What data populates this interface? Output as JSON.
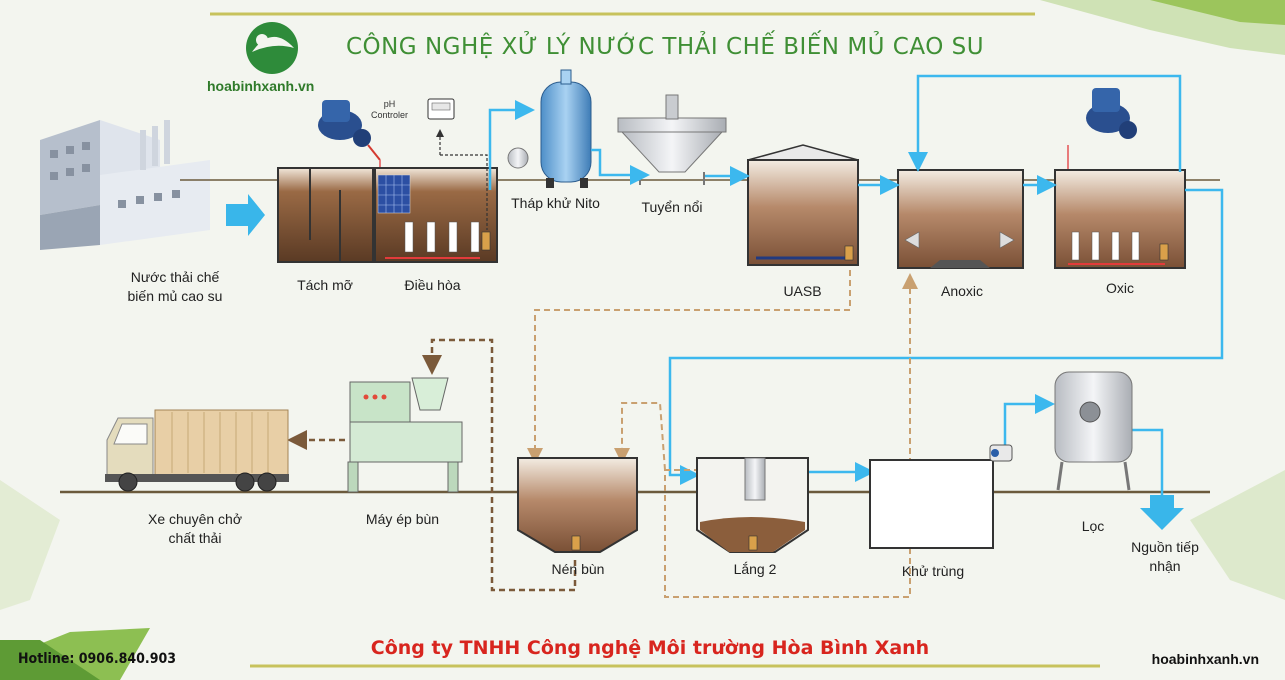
{
  "title": "CÔNG NGHỆ XỬ LÝ NƯỚC THẢI CHẾ BIẾN MỦ CAO SU",
  "brand": "hoabinhxanh.vn",
  "company": "Công ty TNHH Công nghệ Môi trường Hòa Bình Xanh",
  "hotline": "Hotline: 0906.840.903",
  "website": "hoabinhxanh.vn",
  "ph_controller": {
    "line1": "pH",
    "line2": "Controler"
  },
  "stages": {
    "source_line1": "Nước thải chế",
    "source_line2": "biến mủ cao su",
    "grease_trap": "Tách mỡ",
    "equalization": "Điều hòa",
    "stripping_tower": "Tháp khử Nito",
    "flotation": "Tuyển nổi",
    "uasb": "UASB",
    "anoxic": "Anoxic",
    "oxic": "Oxic",
    "sludge_thickener": "Nén bùn",
    "settling2": "Lắng 2",
    "disinfection": "Khử trùng",
    "filter": "Lọc",
    "receiver_line1": "Nguồn tiếp",
    "receiver_line2": "nhận",
    "press_machine": "Máy ép bùn",
    "truck_line1": "Xe chuyên chở",
    "truck_line2": "chất thải"
  },
  "colors": {
    "water_flow": "#3cb8ee",
    "sludge_flow": "#c9a070",
    "sludge_return": "#7b5a3a",
    "title_green": "#3f8f35",
    "company_red": "#d8251e",
    "ground_line": "#6b5a3c"
  }
}
